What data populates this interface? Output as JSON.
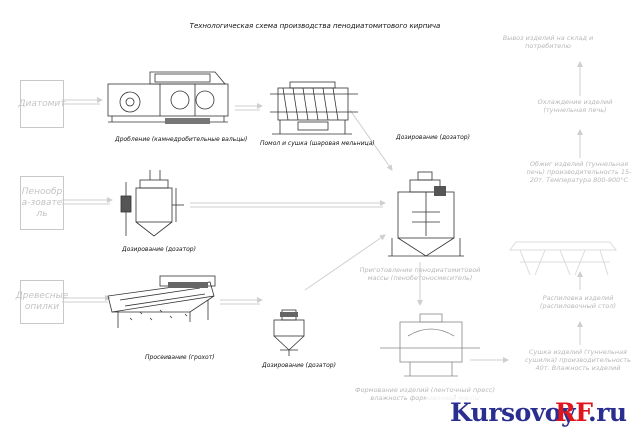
{
  "title": "Технологическая схема производства пенодиатомитового кирпича",
  "sources": {
    "diatomite": "Диатомит",
    "foam_agent": "Пенообра-зователь",
    "wood_shavings": "Древесные опилки"
  },
  "equipment_captions": {
    "crushing": "Дробление (камнедробительные вальцы)",
    "grinding_drying": "Помол и сушка (шаровая мельница)",
    "dosing_top": "Дозирование (дозатор)",
    "dosing_foam": "Дозирование (дозатор)",
    "sieving": "Просеивание (грохот)",
    "dosing_bottom": "Дозирование (дозатор)",
    "mixing": "Приготовление пенодиатомитовой массы (пенобетоносмеситель)",
    "molding": "Формование изделий (ленточный пресс) влажность формовочной массы"
  },
  "right_column": {
    "output": "Вывоз изделий на склад и потребителю",
    "cooling": "Охлаждение изделий (туннельная печь)",
    "firing": "Обжиг изделий (туннельная печь) производительность 15-20т. Температура 800-900°С",
    "drying_stand": "Распиловка изделий (распиловочный стол)",
    "drying": "Сушка изделий (туннельная сушилка) производительность 40т. Влажность изделий"
  },
  "watermark": {
    "part1": "Kursovoy",
    "part2": "RF",
    "part3": ".ru"
  },
  "colors": {
    "ink": "#111111",
    "faint": "#c4c4c4",
    "wm_blue": "#2a2f8f",
    "wm_red": "#e0161c"
  }
}
